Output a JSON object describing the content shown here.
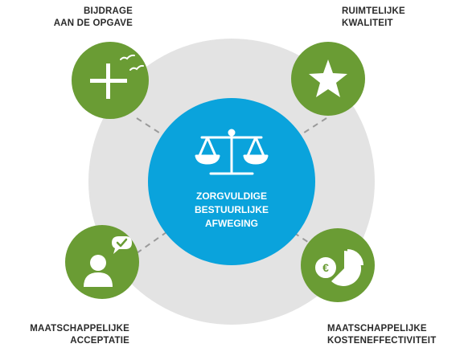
{
  "colors": {
    "green": "#6a9c34",
    "blue": "#0aa3dc",
    "gray": "#e3e3e3",
    "connector": "#9a9a9a"
  },
  "center": {
    "icon": "scales-icon",
    "lines": [
      "ZORGVULDIGE",
      "BESTUURLIJKE",
      "AFWEGING"
    ]
  },
  "nodes": {
    "top_left": {
      "icon": "plus-birds-icon",
      "lines": [
        "BIJDRAGE",
        "AAN DE OPGAVE"
      ]
    },
    "top_right": {
      "icon": "star-icon",
      "lines": [
        "RUIMTELIJKE",
        "KWALITEIT"
      ]
    },
    "bottom_left": {
      "icon": "person-speech-check-icon",
      "lines": [
        "MAATSCHAPPELIJKE",
        "ACCEPTATIE"
      ]
    },
    "bottom_right": {
      "icon": "euro-pie-icon",
      "lines": [
        "MAATSCHAPPELIJKE",
        "KOSTENEFFECTIVITEIT"
      ]
    }
  }
}
